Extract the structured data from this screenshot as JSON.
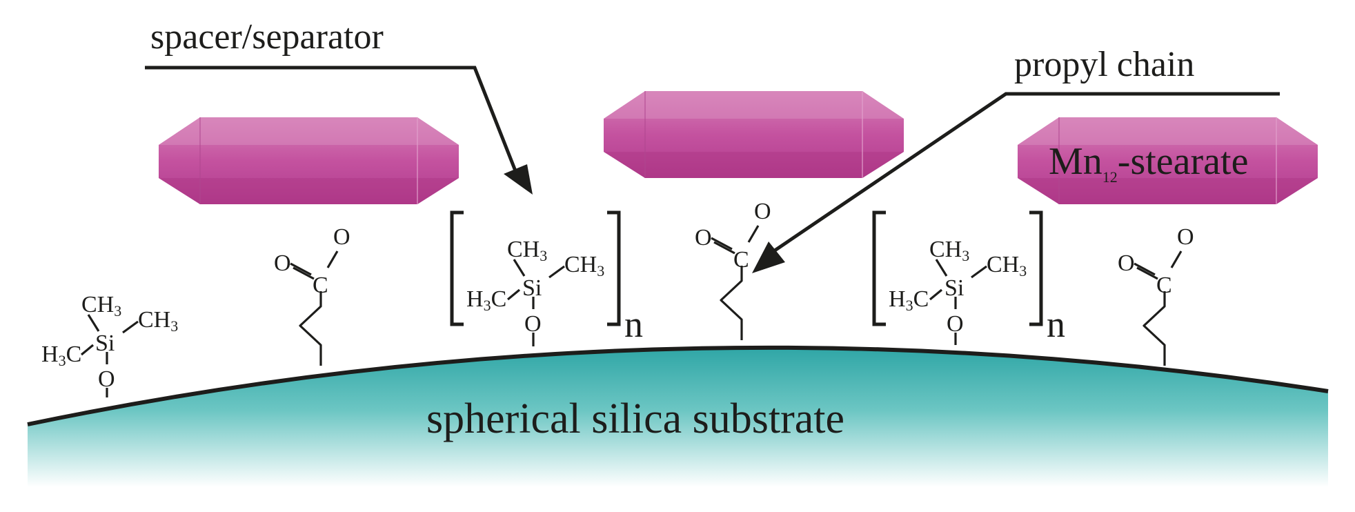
{
  "diagram": {
    "labels": {
      "spacer": "spacer/separator",
      "propyl": "propyl chain",
      "substrate": "spherical silica substrate",
      "cluster_main": "Mn",
      "cluster_sub": "12",
      "cluster_rest": "-stearate"
    },
    "chem": {
      "ch3": "CH",
      "h3c": "H",
      "c_h3c": "C",
      "three": "3",
      "si": "Si",
      "o": "O",
      "c": "C",
      "n": "n"
    },
    "colors": {
      "cluster": "#c456a2",
      "substrate_top": "#2fa6a6",
      "substrate_bottom": "#ffffff",
      "ink": "#1d1d1b"
    }
  }
}
